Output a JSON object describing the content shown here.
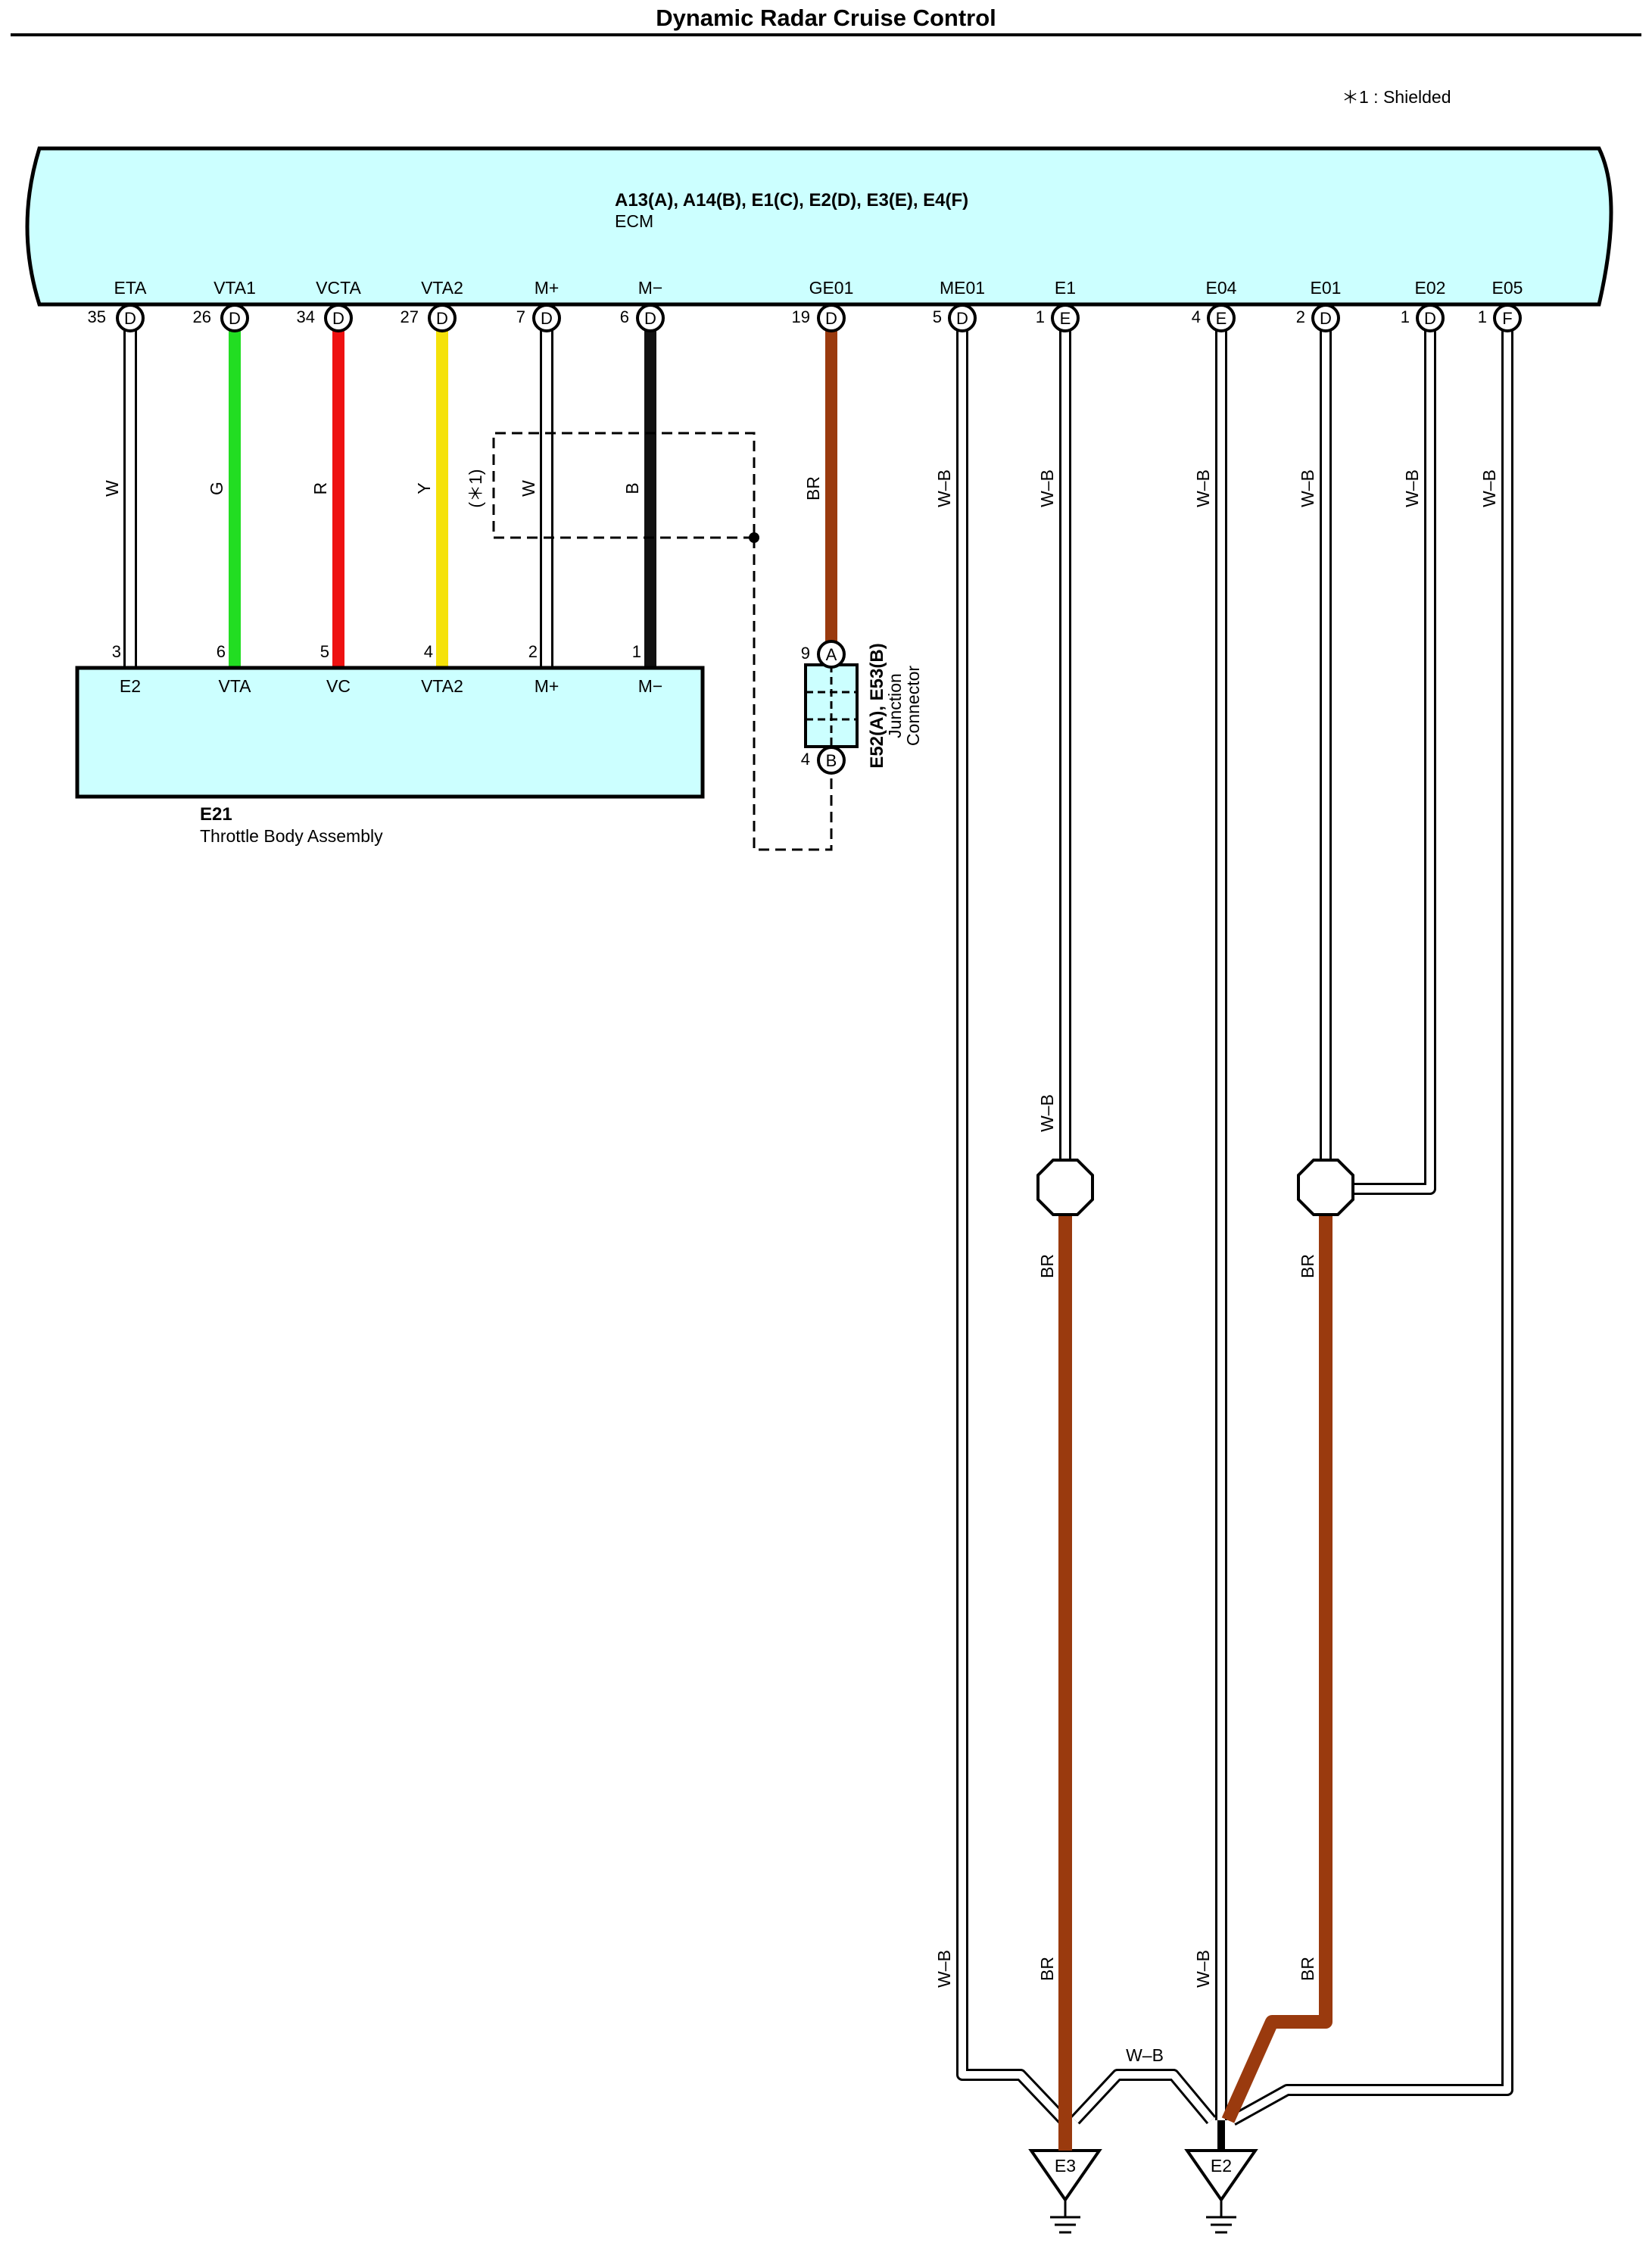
{
  "title": "Dynamic Radar Cruise Control",
  "note": "＊1 : Shielded",
  "ecm": {
    "connectors": "A13(A), A14(B), E1(C), E2(D), E3(E), E4(F)",
    "name": "ECM",
    "terminals": [
      {
        "name": "ETA",
        "pin": "35",
        "conn": "D"
      },
      {
        "name": "VTA1",
        "pin": "26",
        "conn": "D"
      },
      {
        "name": "VCTA",
        "pin": "34",
        "conn": "D"
      },
      {
        "name": "VTA2",
        "pin": "27",
        "conn": "D"
      },
      {
        "name": "M+",
        "pin": "7",
        "conn": "D"
      },
      {
        "name": "M−",
        "pin": "6",
        "conn": "D"
      },
      {
        "name": "GE01",
        "pin": "19",
        "conn": "D"
      },
      {
        "name": "ME01",
        "pin": "5",
        "conn": "D"
      },
      {
        "name": "E1",
        "pin": "1",
        "conn": "E"
      },
      {
        "name": "E04",
        "pin": "4",
        "conn": "E"
      },
      {
        "name": "E01",
        "pin": "2",
        "conn": "D"
      },
      {
        "name": "E02",
        "pin": "1",
        "conn": "D"
      },
      {
        "name": "E05",
        "pin": "1",
        "conn": "F"
      }
    ]
  },
  "wires": [
    {
      "id": "eta",
      "code": "W",
      "color": "#ffffff"
    },
    {
      "id": "vta1",
      "code": "G",
      "color": "#22dd22"
    },
    {
      "id": "vcta",
      "code": "R",
      "color": "#ee1111"
    },
    {
      "id": "vta2",
      "code": "Y",
      "color": "#f5e20a"
    },
    {
      "id": "mplus",
      "code": "W",
      "color": "#ffffff"
    },
    {
      "id": "mminus",
      "code": "B",
      "color": "#111111"
    },
    {
      "id": "ge01",
      "code": "BR",
      "color": "#9a3a0e"
    },
    {
      "id": "me01",
      "code": "W–B",
      "color": "#ffffff"
    },
    {
      "id": "e1",
      "code": "W–B",
      "color": "#ffffff"
    },
    {
      "id": "e04",
      "code": "W–B",
      "color": "#ffffff"
    },
    {
      "id": "e01",
      "code": "W–B",
      "color": "#ffffff"
    },
    {
      "id": "e02",
      "code": "W–B",
      "color": "#ffffff"
    },
    {
      "id": "e05",
      "code": "W–B",
      "color": "#ffffff"
    }
  ],
  "shield_label": "(＊1)",
  "throttle": {
    "connector": "E21",
    "name": "Throttle Body Assembly",
    "terminals": [
      {
        "name": "E2",
        "pin": "3"
      },
      {
        "name": "VTA",
        "pin": "6"
      },
      {
        "name": "VC",
        "pin": "5"
      },
      {
        "name": "VTA2",
        "pin": "4"
      },
      {
        "name": "M+",
        "pin": "2"
      },
      {
        "name": "M−",
        "pin": "1"
      }
    ]
  },
  "junction": {
    "label_line1": "E52(A), E53(B)",
    "label_line2": "Junction",
    "label_line3": "Connector",
    "pin_a": "9",
    "conn_a": "A",
    "pin_b": "4",
    "conn_b": "B"
  },
  "lower_labels": {
    "e1_lower": "W–B",
    "e1_br": "BR",
    "e01_br": "BR",
    "me01_bottom": "W–B",
    "br3_bottom": "BR",
    "e04_bottom": "W–B",
    "br2_bottom": "BR",
    "cross": "W–B"
  },
  "grounds": {
    "e3": "E3",
    "e2": "E2"
  },
  "colors": {
    "component_fill": "#ccffff",
    "brown": "#9a3a0e"
  }
}
